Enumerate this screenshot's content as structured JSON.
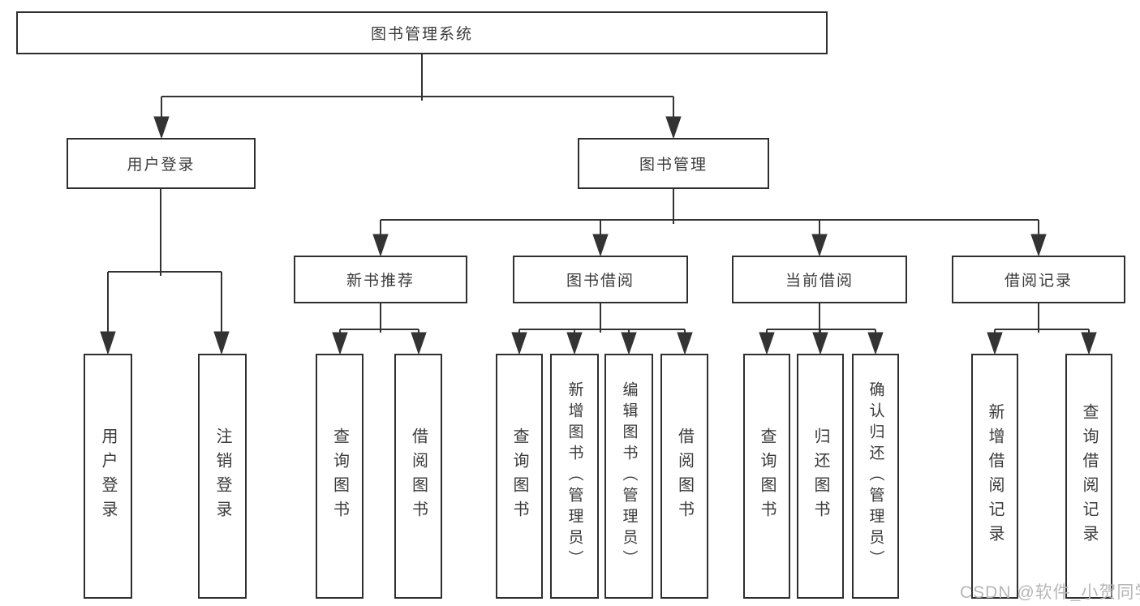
{
  "tree": {
    "label": "图书管理系统",
    "children": [
      {
        "label": "用户登录",
        "children": [
          {
            "label": "用户登录"
          },
          {
            "label": "注销登录"
          }
        ]
      },
      {
        "label": "图书管理",
        "children": [
          {
            "label": "新书推荐",
            "children": [
              {
                "label": "查询图书"
              },
              {
                "label": "借阅图书"
              }
            ]
          },
          {
            "label": "图书借阅",
            "children": [
              {
                "label": "查询图书"
              },
              {
                "label": "新增图书（管理员）"
              },
              {
                "label": "编辑图书（管理员）"
              },
              {
                "label": "借阅图书"
              }
            ]
          },
          {
            "label": "当前借阅",
            "children": [
              {
                "label": "查询图书"
              },
              {
                "label": "归还图书"
              },
              {
                "label": "确认归还（管理员）"
              }
            ]
          },
          {
            "label": "借阅记录",
            "children": [
              {
                "label": "新增借阅记录"
              },
              {
                "label": "查询借阅记录"
              }
            ]
          }
        ]
      }
    ]
  },
  "watermark": "CSDN @软件_小贺同学",
  "colors": {
    "line": "#333333",
    "box_border": "#2f2f2f",
    "text": "#3a3a3a",
    "watermark": "#b6b6b6",
    "background": "#ffffff"
  }
}
